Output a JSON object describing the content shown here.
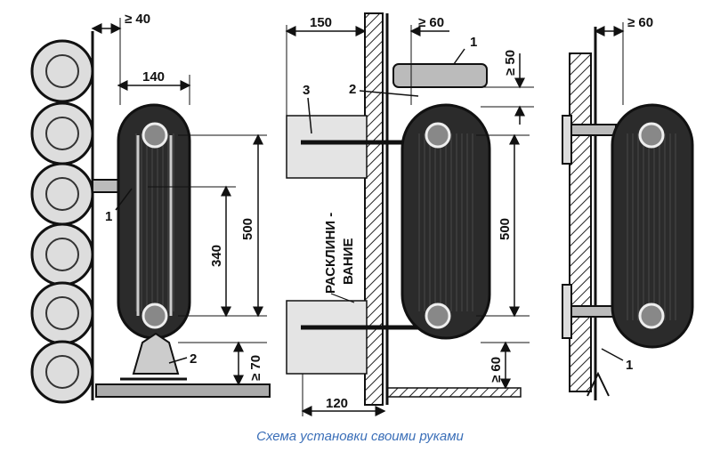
{
  "figure": {
    "left_view": {
      "dims": {
        "gap_min": "≥ 40",
        "width": "140",
        "height": "500",
        "axis_spacing": "340",
        "floor_gap": "≥ 70"
      },
      "callouts": [
        "1",
        "2"
      ]
    },
    "middle_view": {
      "dims": {
        "wall_offset": "150",
        "gap_top": "≥ 60",
        "shelf_gap": "≥ 50",
        "height": "500",
        "floor_gap": "≥ 60",
        "bottom_offset": "120"
      },
      "callouts": [
        "1",
        "2",
        "3"
      ],
      "label_line1": "РАСКЛИНИ -",
      "label_line2": "ВАНИЕ"
    },
    "right_view": {
      "dims": {
        "gap": "≥ 60"
      },
      "callouts": [
        "1"
      ]
    }
  },
  "caption": "Схема установки своими руками",
  "colors": {
    "caption": "#3b6fb8",
    "ink": "#1a1a1a",
    "radiator": "#2b2b2b"
  }
}
